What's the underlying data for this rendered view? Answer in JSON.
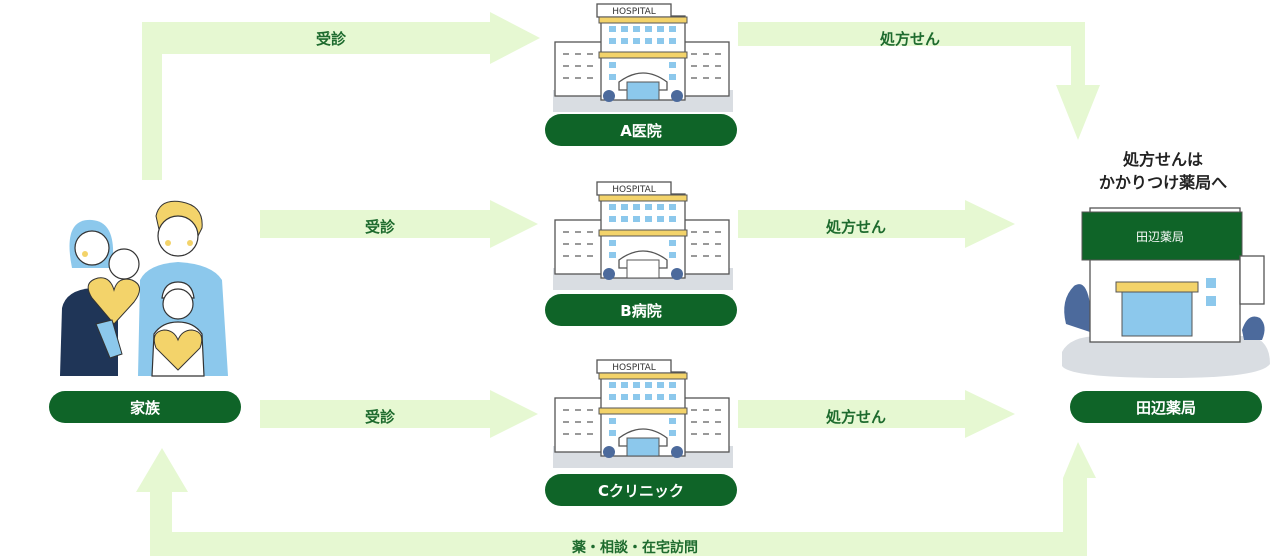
{
  "colors": {
    "arrow": "#e6f8d2",
    "pill": "#0f6428",
    "label": "#1e6b2e",
    "sky": "#8cc8ec",
    "yellow": "#f3d36a",
    "navy": "#1f3557"
  },
  "arrows": {
    "top_consult": "受診",
    "top_prescription": "処方せん",
    "mid_consult": "受診",
    "mid_prescription": "処方せん",
    "low_consult": "受診",
    "low_prescription": "処方せん",
    "bottom_return": "薬・相談・在宅訪問"
  },
  "hospitals": [
    {
      "sign": "HOSPITAL",
      "name": "A医院"
    },
    {
      "sign": "HOSPITAL",
      "name": "B病院"
    },
    {
      "sign": "HOSPITAL",
      "name": "Cクリニック"
    }
  ],
  "family": {
    "name": "家族"
  },
  "pharmacy": {
    "sign": "田辺薬局",
    "name": "田辺薬局"
  },
  "callout": {
    "line1": "処方せんは",
    "line2": "かかりつけ薬局へ"
  }
}
